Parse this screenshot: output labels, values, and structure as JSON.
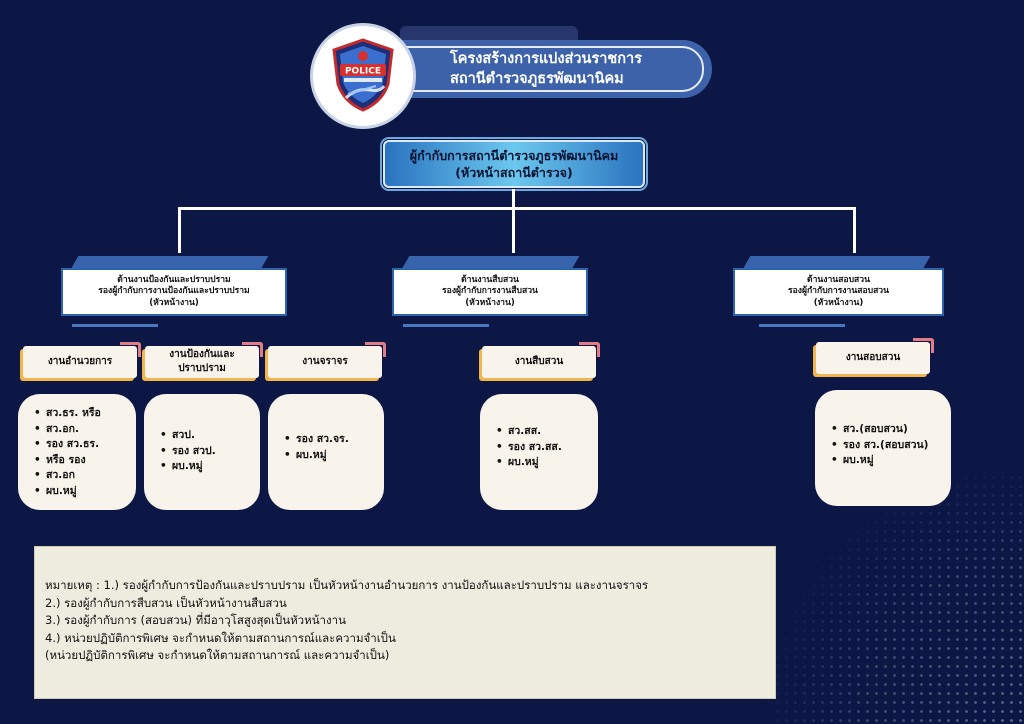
{
  "title": {
    "line1": "โครงสร้างการแบ่งส่วนราชการ",
    "line2": "สถานีตำรวจภูธรพัฒนานิคม"
  },
  "logo": {
    "text": "POLICE",
    "icon": "police-badge-logo"
  },
  "head": {
    "line1": "ผู้กำกับการสถานีตำรวจภูธรพัฒนานิคม",
    "line2": "(หัวหน้าสถานีตำรวจ)"
  },
  "divisions": [
    {
      "line1": "ด้านงานป้องกันและปราบปราม",
      "line2": "รองผู้กำกับการงานป้องกันและปราบปราม",
      "line3": "(หัวหน้างาน)"
    },
    {
      "line1": "ด้านงานสืบสวน",
      "line2": "รองผู้กำกับการงานสืบสวน",
      "line3": "(หัวหน้างาน)"
    },
    {
      "line1": "ด้านงานสอบสวน",
      "line2": "รองผู้กำกับการงานสอบสวน",
      "line3": "(หัวหน้างาน)"
    }
  ],
  "units": [
    {
      "label": "งานอำนวยการ",
      "items": [
        "สว.ธร. หรือ",
        "สว.อก.",
        "รอง สว.ธร.",
        "หรือ รอง",
        "สว.อก",
        "ผบ.หมู่"
      ]
    },
    {
      "label": "งานป้องกันและปราบปราม",
      "label_line1": "งานป้องกันและ",
      "label_line2": "ปราบปราม",
      "items": [
        "สวป.",
        "รอง สวป.",
        "ผบ.หมู่"
      ]
    },
    {
      "label": "งานจราจร",
      "items": [
        "รอง สว.จร.",
        "ผบ.หมู่"
      ]
    },
    {
      "label": "งานสืบสวน",
      "items": [
        "สว.สส.",
        "รอง สว.สส.",
        "ผบ.หมู่"
      ]
    },
    {
      "label": "งานสอบสวน",
      "items": [
        "สว.(สอบสวน)",
        "รอง สว.(สอบสวน)",
        "ผบ.หมู่"
      ]
    }
  ],
  "note": {
    "lines": [
      "หมายเหตุ : 1.) รองผู้กำกับการป้องกันและปราบปราม เป็นหัวหน้างานอำนวยการ งานป้องกันและปราบปราม และงานจราจร",
      "2.) รองผู้กำกับการสืบสวน เป็นหัวหน้างานสืบสวน",
      "3.) รองผู้กำกับการ (สอบสวน) ที่มีอาวุโสสูงสุดเป็นหัวหน้างาน",
      "4.) หน่วยปฏิบัติการพิเศษ จะกำหนดให้ตามสถานการณ์และความจำเป็น",
      "(หน่วยปฏิบัติการพิเศษ จะกำหนดให้ตามสถานการณ์ และความจำเป็น)"
    ]
  },
  "colors": {
    "background": "#0d1746",
    "title_fill": "#3d62a9",
    "head_gradient_mid": "#6cc8ee",
    "division_border": "#2c62b0",
    "card_fill": "#f8f4ec",
    "tag_accent_orange": "#f1b54d",
    "tag_accent_pink": "#e27d87",
    "note_fill": "#eeebdf"
  }
}
